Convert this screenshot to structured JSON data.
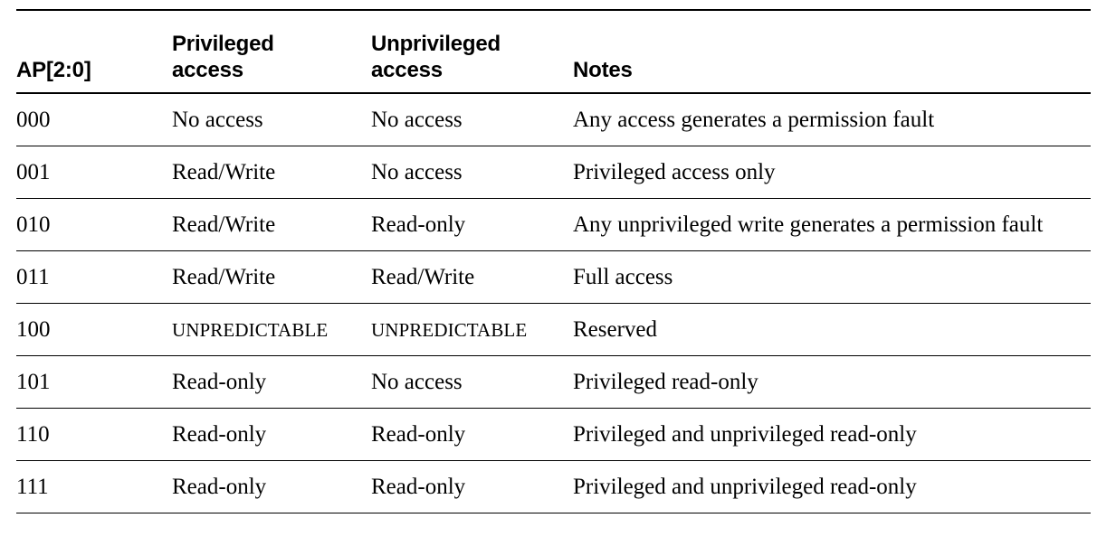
{
  "table": {
    "name": "memory-access-permissions",
    "columns": [
      {
        "key": "ap",
        "label_lines": [
          "AP[2:0]"
        ]
      },
      {
        "key": "priv",
        "label_lines": [
          "Privileged",
          "access"
        ]
      },
      {
        "key": "unpriv",
        "label_lines": [
          "Unprivileged",
          "access"
        ]
      },
      {
        "key": "notes",
        "label_lines": [
          "Notes"
        ]
      }
    ],
    "headers": {
      "ap": "AP[2:0]",
      "priv_line1": "Privileged",
      "priv_line2": "access",
      "unpriv_line1": "Unprivileged",
      "unpriv_line2": "access",
      "notes": "Notes"
    },
    "rows": [
      {
        "ap": "000",
        "priv": "No access",
        "unpriv": "No access",
        "notes": "Any access generates a permission fault",
        "priv_style": "normal",
        "unpriv_style": "normal"
      },
      {
        "ap": "001",
        "priv": "Read/Write",
        "unpriv": "No access",
        "notes": "Privileged access only",
        "priv_style": "normal",
        "unpriv_style": "normal"
      },
      {
        "ap": "010",
        "priv": "Read/Write",
        "unpriv": "Read-only",
        "notes": "Any unprivileged write generates a permission fault",
        "priv_style": "normal",
        "unpriv_style": "normal"
      },
      {
        "ap": "011",
        "priv": "Read/Write",
        "unpriv": "Read/Write",
        "notes": "Full access",
        "priv_style": "normal",
        "unpriv_style": "normal"
      },
      {
        "ap": "100",
        "priv": "UNPREDICTABLE",
        "unpriv": "UNPREDICTABLE",
        "notes": "Reserved",
        "priv_style": "smallcap",
        "unpriv_style": "smallcap"
      },
      {
        "ap": "101",
        "priv": "Read-only",
        "unpriv": "No access",
        "notes": "Privileged read-only",
        "priv_style": "normal",
        "unpriv_style": "normal"
      },
      {
        "ap": "110",
        "priv": "Read-only",
        "unpriv": "Read-only",
        "notes": "Privileged and unprivileged read-only",
        "priv_style": "normal",
        "unpriv_style": "normal"
      },
      {
        "ap": "111",
        "priv": "Read-only",
        "unpriv": "Read-only",
        "notes": "Privileged and unprivileged read-only",
        "priv_style": "normal",
        "unpriv_style": "normal"
      }
    ]
  },
  "colors": {
    "text": "#000000",
    "rule": "#000000",
    "background": "#ffffff"
  }
}
